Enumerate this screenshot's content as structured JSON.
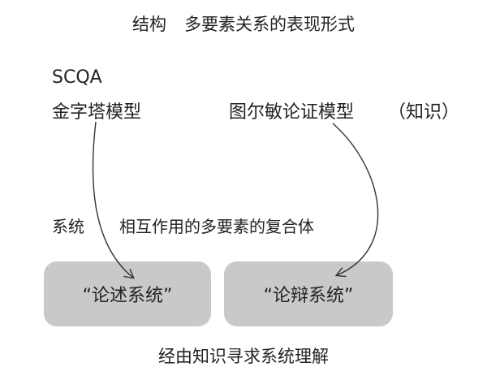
{
  "header": {
    "title_part1": "结构",
    "title_part2": "多要素关系的表现形式"
  },
  "top_left": {
    "scqa": "SCQA",
    "pyramid": "金字塔模型"
  },
  "top_right": {
    "toulmin": "图尔敏论证模型",
    "knowledge": "（知识）"
  },
  "system": {
    "label": "系统",
    "definition": "相互作用的多要素的复合体"
  },
  "boxes": {
    "left": "“论述系统”",
    "right": "“论辩系统”"
  },
  "footer": {
    "caption": "经由知识寻求系统理解"
  },
  "colors": {
    "box_fill": "#c9c9c9",
    "text": "#222222",
    "arrow": "#333333"
  }
}
